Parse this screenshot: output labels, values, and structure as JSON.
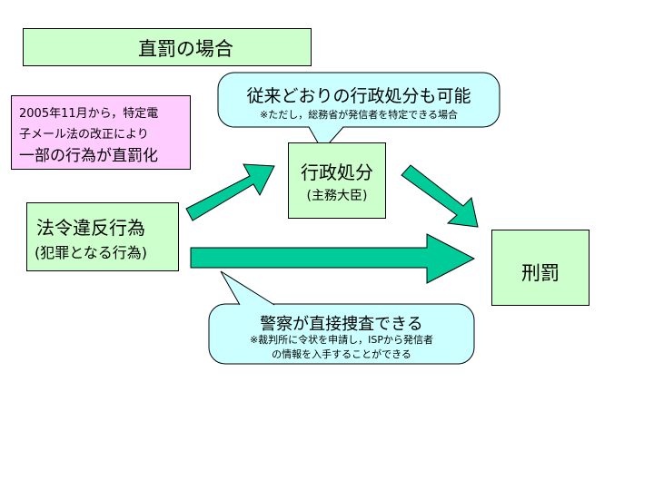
{
  "title": "直罰の場合",
  "note": {
    "line1": "2005年11月から，特定電",
    "line2": "子メール法の改正により",
    "line3": "一部の行為が直罰化"
  },
  "violation": {
    "label": "法令違反行為",
    "sub": "(犯罪となる行為)"
  },
  "admin": {
    "label": "行政処分",
    "sub": "(主務大臣)"
  },
  "penalty": {
    "label": "刑罰"
  },
  "callout_admin": {
    "main": "従来どおりの行政処分も可能",
    "sub": "※ただし，総務省が発信者を特定できる場合"
  },
  "callout_police": {
    "main": "警察が直接捜査できる",
    "sub1": "※裁判所に令状を申請し，ISPから発信者",
    "sub2": "の情報を入手することができる"
  },
  "colors": {
    "box_green": "#ccffcc",
    "box_pink": "#ffccff",
    "arrow": "#00cc99",
    "callout": "#ccffff"
  }
}
